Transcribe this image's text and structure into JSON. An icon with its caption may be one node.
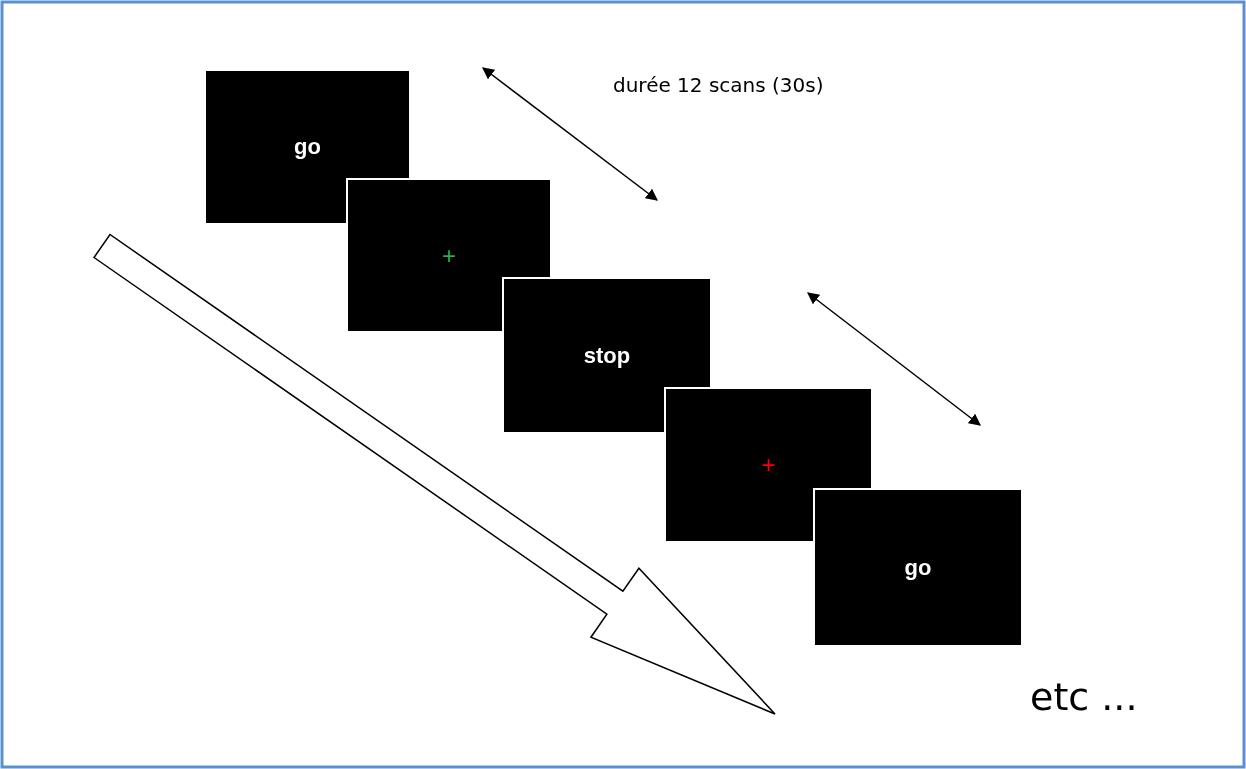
{
  "diagram": {
    "nodes": [
      {
        "text": [
          "go"
        ]
      },
      {
        "text": [
          "+"
        ]
      },
      {
        "text": [
          "stop"
        ]
      },
      {
        "text": [
          "+"
        ]
      },
      {
        "text": [
          "go"
        ]
      }
    ],
    "labels": [
      "durée 12 scans (30s)",
      "etc ..."
    ]
  }
}
